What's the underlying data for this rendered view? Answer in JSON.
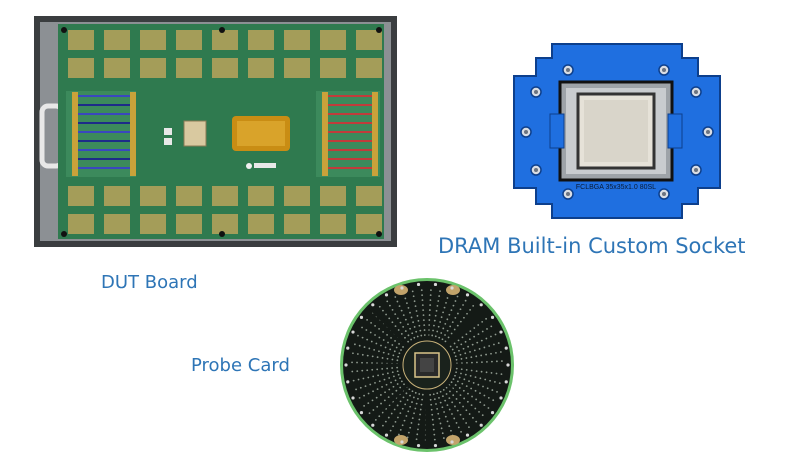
{
  "captions": {
    "dut_board": "DUT Board",
    "socket": "DRAM Built-in Custom Socket",
    "probe_card": "Probe Card"
  },
  "socket_label": "FCLBGA 35x35x1.0 80SL",
  "colors": {
    "caption": "#2e75b6",
    "pcb_green": "#2f7a4f",
    "socket_blue": "#1f6fe0",
    "probe_black": "#141a16"
  }
}
